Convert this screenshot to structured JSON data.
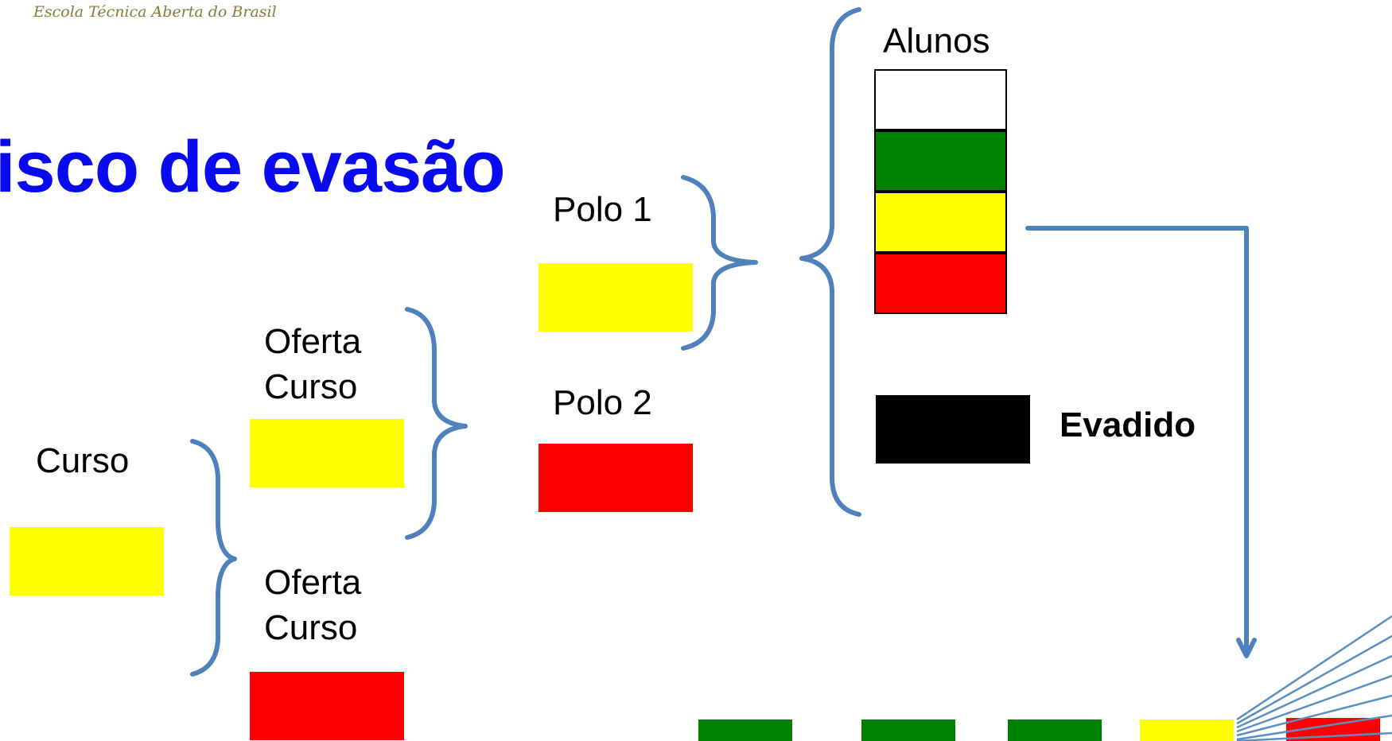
{
  "logo": {
    "subtitle": "Escola Técnica Aberta do Brasil"
  },
  "title": "isco de evasão",
  "labels": {
    "curso": "Curso",
    "oferta_1": [
      "Oferta",
      "Curso"
    ],
    "oferta_2": [
      "Oferta",
      "Curso"
    ],
    "polo_1": "Polo 1",
    "polo_2": "Polo 2",
    "alunos": "Alunos",
    "evadido": "Evadido"
  },
  "colors": {
    "yellow": "#ffff00",
    "red": "#ff0000",
    "green": "#008000",
    "black": "#000000",
    "white": "#ffffff",
    "brace": "#4f81bd",
    "title": "#0a0aee"
  },
  "status_levels": {
    "curso": "yellow",
    "oferta_1": "yellow",
    "oferta_2": "red",
    "polo_1": "yellow",
    "polo_2": "red",
    "alunos": [
      "white",
      "green",
      "yellow",
      "red"
    ],
    "evadido": "black",
    "bottom_row": [
      "green",
      "green",
      "green",
      "yellow",
      "red"
    ]
  }
}
